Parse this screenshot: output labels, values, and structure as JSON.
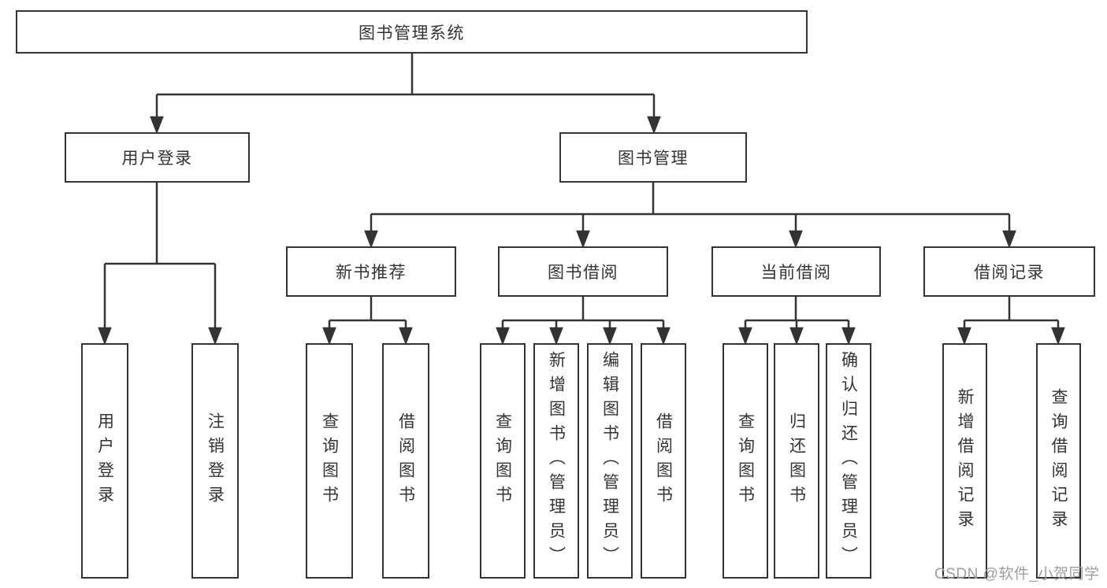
{
  "diagram": {
    "root": {
      "label": "图书管理系统",
      "children": [
        {
          "label": "用户登录",
          "children": [
            {
              "label": "用户登录"
            },
            {
              "label": "注销登录"
            }
          ]
        },
        {
          "label": "图书管理",
          "children": [
            {
              "label": "新书推荐",
              "children": [
                {
                  "label": "查询图书"
                },
                {
                  "label": "借阅图书"
                }
              ]
            },
            {
              "label": "图书借阅",
              "children": [
                {
                  "label": "查询图书"
                },
                {
                  "label": "新增图书（管理员）"
                },
                {
                  "label": "编辑图书（管理员）"
                },
                {
                  "label": "借阅图书"
                }
              ]
            },
            {
              "label": "当前借阅",
              "children": [
                {
                  "label": "查询图书"
                },
                {
                  "label": "归还图书"
                },
                {
                  "label": "确认归还（管理员）"
                }
              ]
            },
            {
              "label": "借阅记录",
              "children": [
                {
                  "label": "新增借阅记录"
                },
                {
                  "label": "查询借阅记录"
                }
              ]
            }
          ]
        }
      ]
    }
  },
  "watermark": {
    "text": "CSDN @软件_小贺同学"
  },
  "colors": {
    "line": "#333333",
    "box_border": "#333333",
    "text": "#333333",
    "watermark": "#9e9e9e",
    "background": "#ffffff"
  }
}
